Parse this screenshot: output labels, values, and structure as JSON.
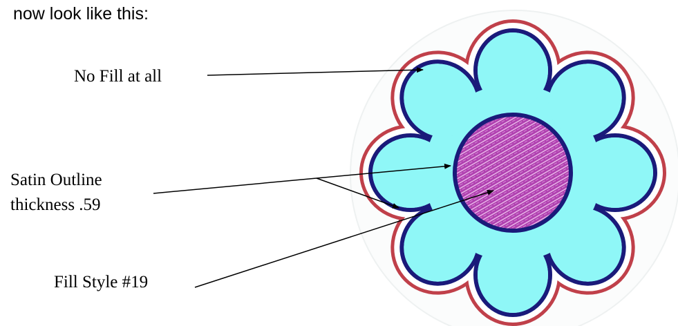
{
  "heading": "now look like this:",
  "labels": {
    "no_fill": "No Fill at all",
    "satin_line1": "Satin Outline",
    "satin_line2": "thickness .59",
    "fill_style": "Fill Style #19"
  },
  "colors": {
    "petal_fill": "#8ff7f7",
    "petal_outline": "#1a1a7a",
    "outer_outline": "#c0404a",
    "center_fill": "#b040b0",
    "center_stitch": "#e8b8e8",
    "arrow": "#000000"
  }
}
